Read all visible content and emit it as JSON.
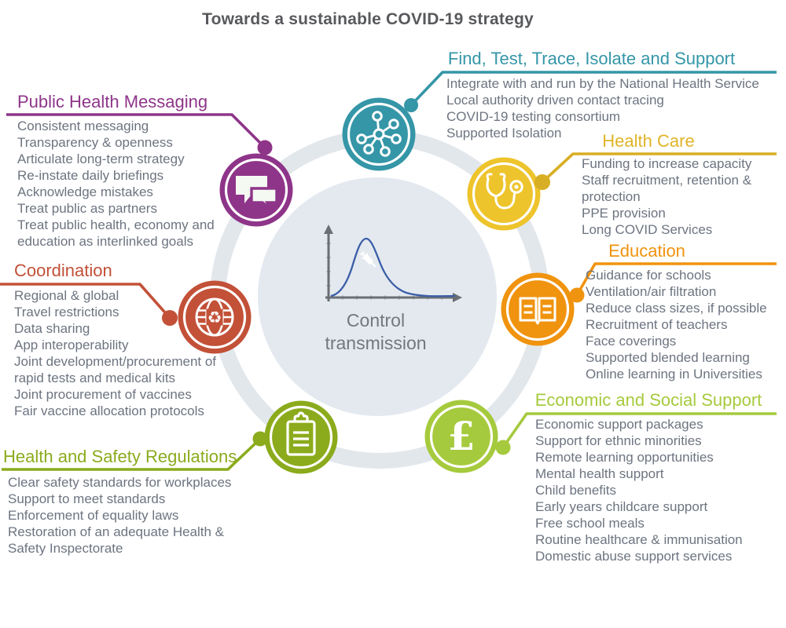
{
  "title": "Towards a sustainable COVID-19 strategy",
  "center": {
    "line1": "Control",
    "line2": "transmission",
    "icon": "epidemic-curve-chart",
    "overlay_icon": "vaccine-syringe-icon",
    "curve_color": "#3b5ea8",
    "fill": "#e3e9ef"
  },
  "ring_color": "#e2e7ec",
  "palette": {
    "teal": "#3596a7",
    "purple": "#8e3589",
    "yellow": "#eabd2a",
    "orange": "#f0930e",
    "red": "#c25138",
    "lime": "#a6ca3d",
    "olive": "#8bab1c",
    "body_text": "#6d7480",
    "title_text": "#58595c"
  },
  "sections": {
    "phm": {
      "title": "Public Health Messaging",
      "color": "#8e3589",
      "icon": "speech-bubbles-icon",
      "items": [
        "Consistent messaging",
        "Transparency & openness",
        "Articulate long-term strategy",
        "Re-instate daily briefings",
        "Acknowledge mistakes",
        "Treat public as partners",
        "Treat public health, economy and education as interlinked goals"
      ]
    },
    "fttis": {
      "title": "Find, Test, Trace, Isolate and Support",
      "color": "#3596a7",
      "icon": "network-nodes-icon",
      "items": [
        "Integrate with and run by the National Health Service",
        "Local authority driven contact tracing",
        "COVID-19 testing consortium",
        "Supported Isolation"
      ]
    },
    "hc": {
      "title": "Health Care",
      "color": "#eabd2a",
      "icon": "stethoscope-icon",
      "items": [
        "Funding to increase capacity",
        "Staff recruitment, retention & protection",
        "PPE provision",
        "Long COVID Services"
      ]
    },
    "edu": {
      "title": "Education",
      "color": "#f0930e",
      "icon": "open-book-icon",
      "items": [
        "Guidance for schools",
        "Ventilation/air filtration",
        "Reduce class sizes, if possible",
        "Recruitment of teachers",
        "Face coverings",
        "Supported blended learning",
        "Online learning in Universities"
      ]
    },
    "econ": {
      "title": "Economic and Social Support",
      "color": "#a6ca3d",
      "icon": "pound-sterling-icon",
      "items": [
        "Economic support packages",
        "Support for ethnic minorities",
        "Remote learning opportunities",
        "Mental health support",
        "Child benefits",
        "Early years childcare support",
        "Free school meals",
        "Routine healthcare & immunisation",
        "Domestic abuse support services"
      ]
    },
    "coord": {
      "title": "Coordination",
      "color": "#c25138",
      "icon": "globe-recycle-icon",
      "items": [
        "Regional & global",
        "Travel restrictions",
        "Data sharing",
        "App interoperability",
        "Joint development/procurement of rapid tests and medical kits",
        "Joint procurement of vaccines",
        "Fair vaccine allocation protocols"
      ]
    },
    "hsr": {
      "title": "Health and Safety Regulations",
      "color": "#8bab1c",
      "icon": "clipboard-icon",
      "items": [
        "Clear safety standards for workplaces",
        "Support to meet standards",
        "Enforcement of equality laws",
        "Restoration of an adequate Health & Safety Inspectorate"
      ]
    }
  }
}
